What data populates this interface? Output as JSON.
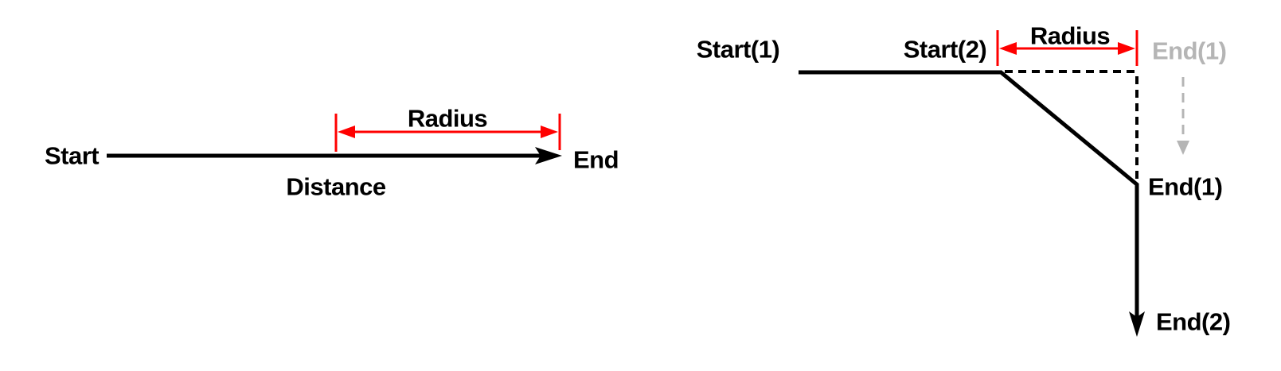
{
  "diagram_left": {
    "start_label": "Start",
    "end_label": "End",
    "radius_label": "Radius",
    "distance_label": "Distance"
  },
  "diagram_right": {
    "start1_label": "Start(1)",
    "start2_label": "Start(2)",
    "radius_label": "Radius",
    "end1_ghost_label": "End(1)",
    "end1_label": "End(1)",
    "end2_label": "End(2)"
  },
  "colors": {
    "path_line": "#000000",
    "measurement": "#ff0000",
    "ghost": "#b5b5b5",
    "background": "#ffffff"
  }
}
